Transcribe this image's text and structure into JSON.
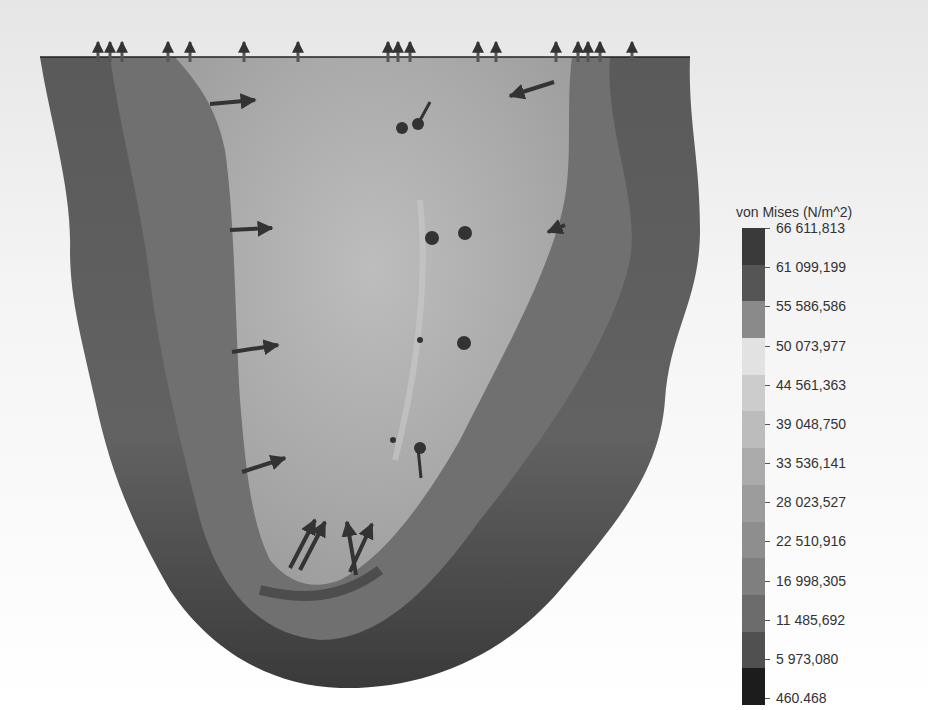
{
  "diagram": {
    "labels": [
      "von Mises (N/m^2)"
    ],
    "legend": [
      {
        "text": "66 611,813",
        "color": "#3a3a3a"
      },
      {
        "text": "61 099,199",
        "color": "#555555"
      },
      {
        "text": "55 586,586",
        "color": "#8a8a8a"
      },
      {
        "text": "50 073,977",
        "color": "#e2e2e2"
      },
      {
        "text": "44 561,363",
        "color": "#cccccc"
      },
      {
        "text": "39 048,750",
        "color": "#bcbcbc"
      },
      {
        "text": "33 536,141",
        "color": "#ababab"
      },
      {
        "text": "28 023,527",
        "color": "#9c9c9c"
      },
      {
        "text": "22 510,916",
        "color": "#8e8e8e"
      },
      {
        "text": "16 998,305",
        "color": "#7f7f7f"
      },
      {
        "text": "11 485,692",
        "color": "#6c6c6c"
      },
      {
        "text": "5 973,080",
        "color": "#505050"
      },
      {
        "text": "460.468",
        "color": "#1c1c1c"
      }
    ]
  }
}
